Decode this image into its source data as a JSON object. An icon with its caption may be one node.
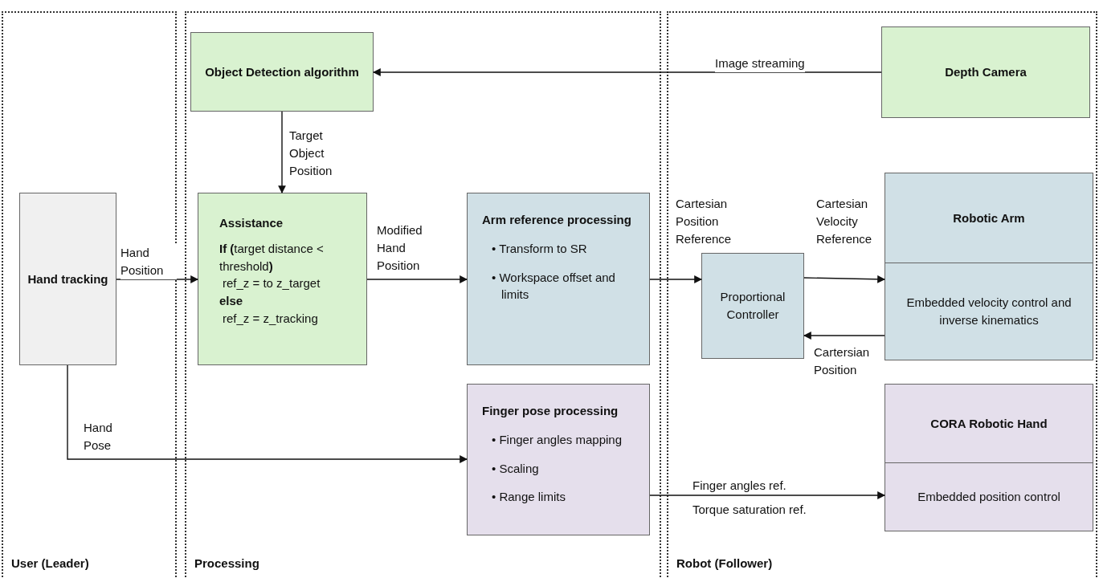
{
  "diagram": {
    "nodes": [
      {
        "text": [
          "User (Leader)"
        ]
      },
      {
        "text": [
          "Processing"
        ]
      },
      {
        "text": [
          "Robot (Follower)"
        ]
      },
      {
        "text": [
          "Hand tracking"
        ],
        "in": 0
      },
      {
        "text": [
          "Object Detection algorithm"
        ],
        "in": 1
      },
      {
        "text": [
          "Assistance",
          "**If (**target distance < threshold**)**",
          "ref_z = to z_target",
          "**else**",
          "ref_z = z_tracking"
        ],
        "in": 1
      },
      {
        "text": [
          "Arm reference processing",
          "• Transform to SR",
          "• Workspace offset and limits"
        ],
        "in": 1
      },
      {
        "text": [
          "Finger pose processing",
          "• Finger angles mapping",
          "• Scaling",
          "• Range limits"
        ],
        "in": 1
      },
      {
        "text": [
          "Depth Camera"
        ],
        "in": 2
      },
      {
        "text": [
          "Proportional Controller"
        ],
        "in": 2
      },
      {
        "text": [
          "Robotic Arm",
          "Embedded velocity control and inverse kinematics"
        ],
        "in": 2
      },
      {
        "text": [
          "CORA Robotic Hand",
          "Embedded position control"
        ],
        "in": 2
      }
    ],
    "edges": [
      {
        "from": 8,
        "to": 4,
        "arrow": "to",
        "label": "Image streaming"
      },
      {
        "from": 4,
        "to": 5,
        "arrow": "to",
        "label": "Target Object Position"
      },
      {
        "from": 3,
        "to": 5,
        "arrow": "to",
        "label": "Hand Position"
      },
      {
        "from": 5,
        "to": 6,
        "arrow": "to",
        "label": "Modified Hand Position"
      },
      {
        "from": 6,
        "to": 9,
        "arrow": "to",
        "label": "Cartesian Position Reference"
      },
      {
        "from": 9,
        "to": 10,
        "arrow": "to",
        "label": "Cartesian Velocity Reference"
      },
      {
        "from": 10,
        "to": 9,
        "arrow": "to",
        "label": "Cartersian Position"
      },
      {
        "from": 3,
        "to": 7,
        "arrow": "to",
        "label": "Hand Pose"
      },
      {
        "from": 7,
        "to": 11,
        "arrow": "to",
        "label": "Finger angles ref."
      }
    ],
    "labels": [
      "Torque saturation ref."
    ]
  }
}
